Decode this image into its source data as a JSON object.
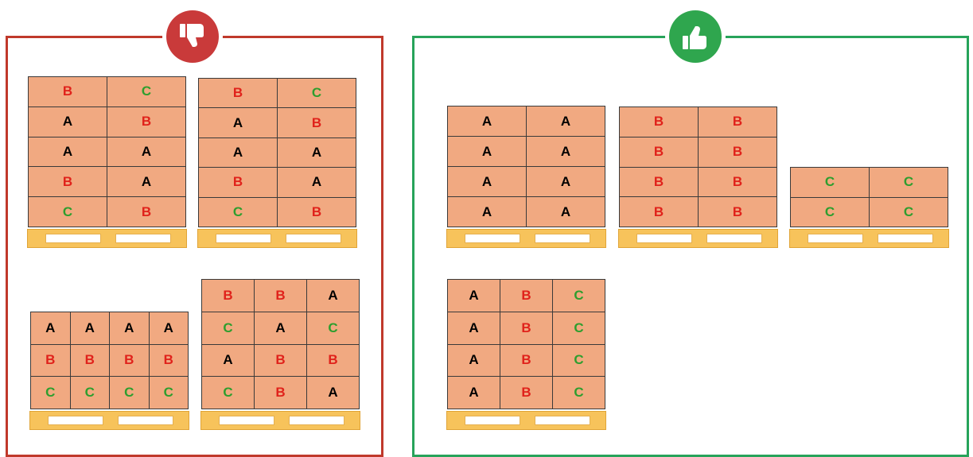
{
  "colors": {
    "bad": "#c0392b",
    "good": "#27a35a",
    "box": "#f1a981",
    "pallet": "#f7c35b",
    "letter_A": "#000000",
    "letter_B": "#e0221b",
    "letter_C": "#2e9e2e"
  },
  "icons": {
    "bad": "thumbs-down-icon",
    "good": "thumbs-up-icon"
  },
  "bad_pallets": [
    {
      "rows": [
        [
          "B",
          "C"
        ],
        [
          "A",
          "B"
        ],
        [
          "A",
          "A"
        ],
        [
          "B",
          "A"
        ],
        [
          "C",
          "B"
        ]
      ]
    },
    {
      "rows": [
        [
          "B",
          "C"
        ],
        [
          "A",
          "B"
        ],
        [
          "A",
          "A"
        ],
        [
          "B",
          "A"
        ],
        [
          "C",
          "B"
        ]
      ]
    },
    {
      "rows": [
        [
          "A",
          "A",
          "A",
          "A"
        ],
        [
          "B",
          "B",
          "B",
          "B"
        ],
        [
          "C",
          "C",
          "C",
          "C"
        ]
      ]
    },
    {
      "rows": [
        [
          "B",
          "B",
          "A"
        ],
        [
          "C",
          "A",
          "C"
        ],
        [
          "A",
          "B",
          "B"
        ],
        [
          "C",
          "B",
          "A"
        ]
      ]
    }
  ],
  "good_pallets": [
    {
      "rows": [
        [
          "A",
          "A"
        ],
        [
          "A",
          "A"
        ],
        [
          "A",
          "A"
        ],
        [
          "A",
          "A"
        ]
      ]
    },
    {
      "rows": [
        [
          "B",
          "B"
        ],
        [
          "B",
          "B"
        ],
        [
          "B",
          "B"
        ],
        [
          "B",
          "B"
        ]
      ]
    },
    {
      "rows": [
        [
          "C",
          "C"
        ],
        [
          "C",
          "C"
        ]
      ]
    },
    {
      "rows": [
        [
          "A",
          "B",
          "C"
        ],
        [
          "A",
          "B",
          "C"
        ],
        [
          "A",
          "B",
          "C"
        ],
        [
          "A",
          "B",
          "C"
        ]
      ]
    }
  ]
}
